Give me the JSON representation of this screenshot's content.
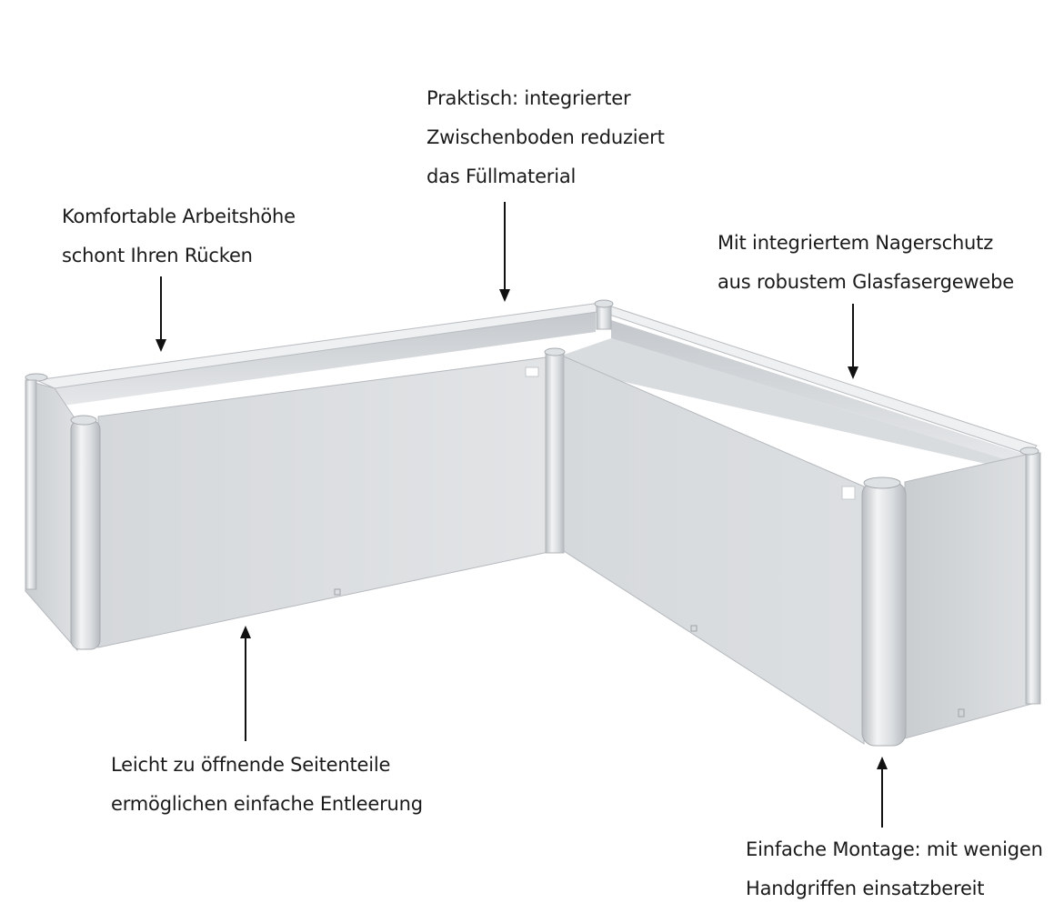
{
  "annotations": {
    "floor": {
      "line1": "Praktisch: integrierter",
      "line2": "Zwischenboden reduziert",
      "line3": "das Füllmaterial"
    },
    "height": {
      "line1": "Komfortable Arbeitshöhe",
      "line2": "schont Ihren Rücken"
    },
    "rodent": {
      "line1": "Mit integriertem Nagerschutz",
      "line2": "aus robustem Glasfasergewebe"
    },
    "panels": {
      "line1": "Leicht zu öffnende Seitenteile",
      "line2": "ermöglichen einfache Entleerung"
    },
    "assembly": {
      "line1": "Einfache Montage: mit wenigen",
      "line2": "Handgriffen einsatzbereit"
    }
  },
  "colors": {
    "metal_light": "#e4e6e8",
    "metal_mid": "#cfd2d5",
    "metal_dark": "#a9adb1",
    "text": "#1a1a1a"
  }
}
